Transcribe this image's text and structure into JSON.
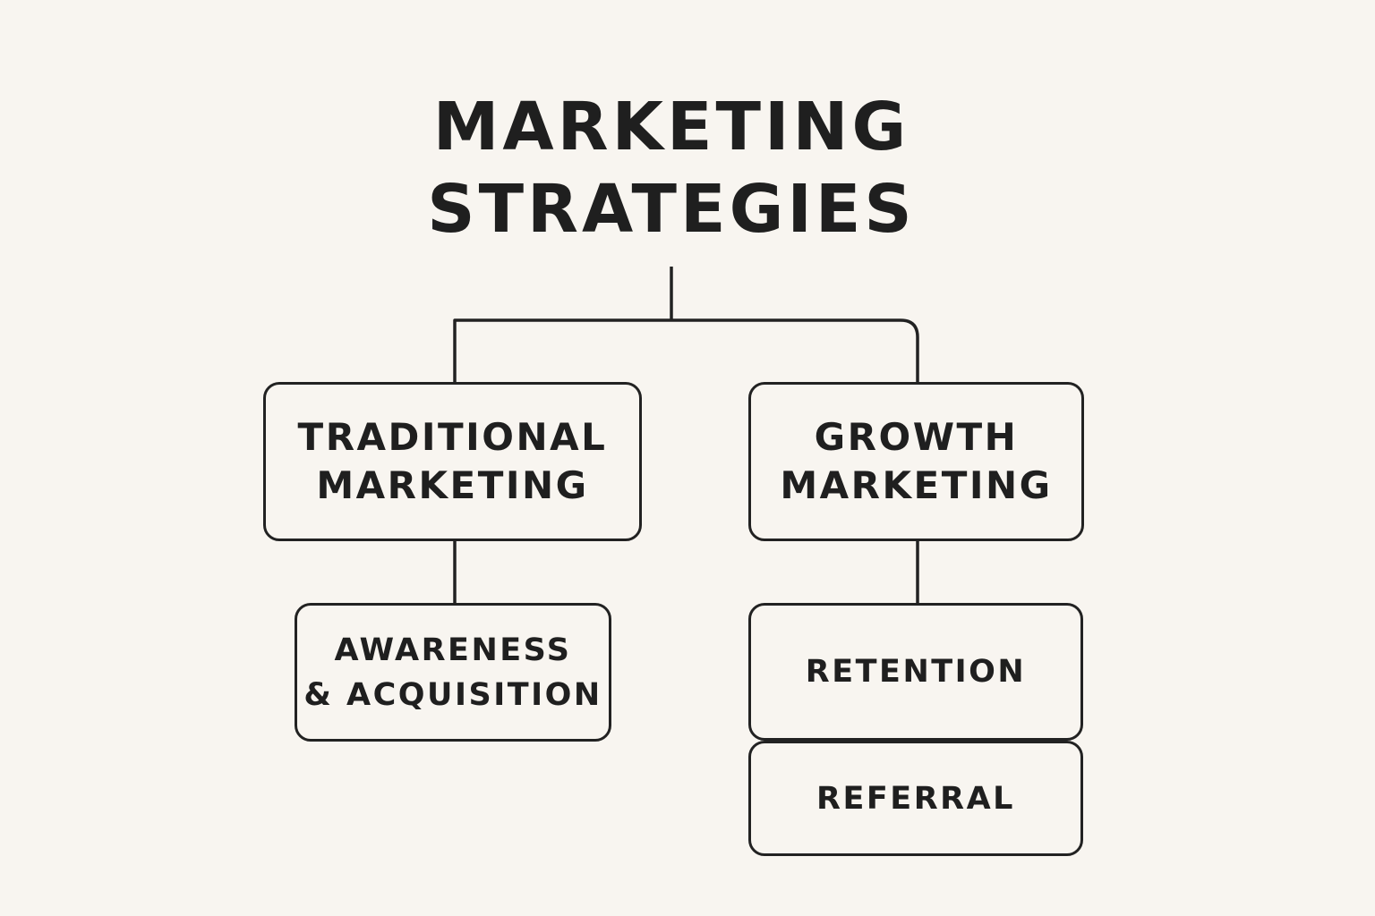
{
  "diagram": {
    "title_lines": [
      "MARKETING",
      "STRATEGIES"
    ],
    "branches": [
      {
        "label_lines": [
          "TRADITIONAL",
          "MARKETING"
        ],
        "children": [
          {
            "label_lines": [
              "AWARENESS",
              "& ACQUISITION"
            ]
          }
        ]
      },
      {
        "label_lines": [
          "GROWTH",
          "MARKETING"
        ],
        "children": [
          {
            "label_lines": [
              "RETENTION"
            ]
          },
          {
            "label_lines": [
              "REFERRAL"
            ]
          }
        ]
      }
    ],
    "colors": {
      "background": "#f8f5f0",
      "stroke": "#222222",
      "text": "#1f1f1f"
    }
  }
}
